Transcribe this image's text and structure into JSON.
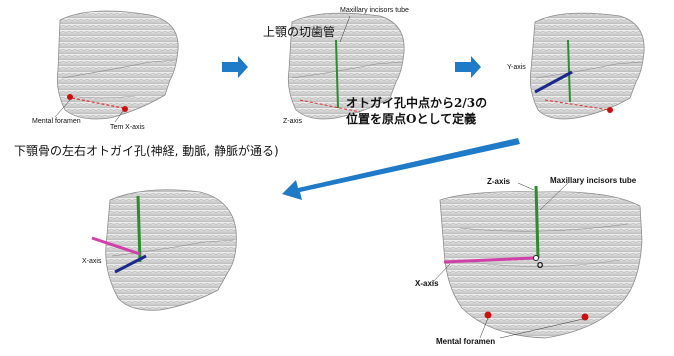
{
  "steps": {
    "step1": {
      "caption": "下顎骨の左右オトガイ孔(神経, 動脈, 静脈が通る)",
      "label_mental_foramen": "Mental foramen",
      "label_temp_x_axis": "Tem X-axis"
    },
    "step2": {
      "caption": "上顎の切歯管",
      "label_maxillary_tube": "Maxillary incisors tube",
      "label_z_axis": "Z-axis",
      "origin_note_line1": "オトガイ孔中点から2/3の",
      "origin_note_line2": "位置を原点Oとして定義"
    },
    "step3": {
      "label_y_axis": "Y-axis"
    },
    "step4": {
      "label_x_axis": "X-axis"
    },
    "final": {
      "label_z_axis": "Z-axis",
      "label_maxillary_tube": "Maxillary incisors tube",
      "label_x_axis": "X-axis",
      "label_origin": "O",
      "label_mental_foramen": "Mental foramen"
    }
  },
  "colors": {
    "arrow": "#1f7ac7",
    "z_axis": "#2e8b2e",
    "x_axis": "#d040a8",
    "y_axis": "#1b2a8a",
    "temp_axis": "#e03030",
    "foramen": "#cc1010",
    "bone": "#cfcfcf",
    "bone_edge": "#8c8c8c"
  }
}
